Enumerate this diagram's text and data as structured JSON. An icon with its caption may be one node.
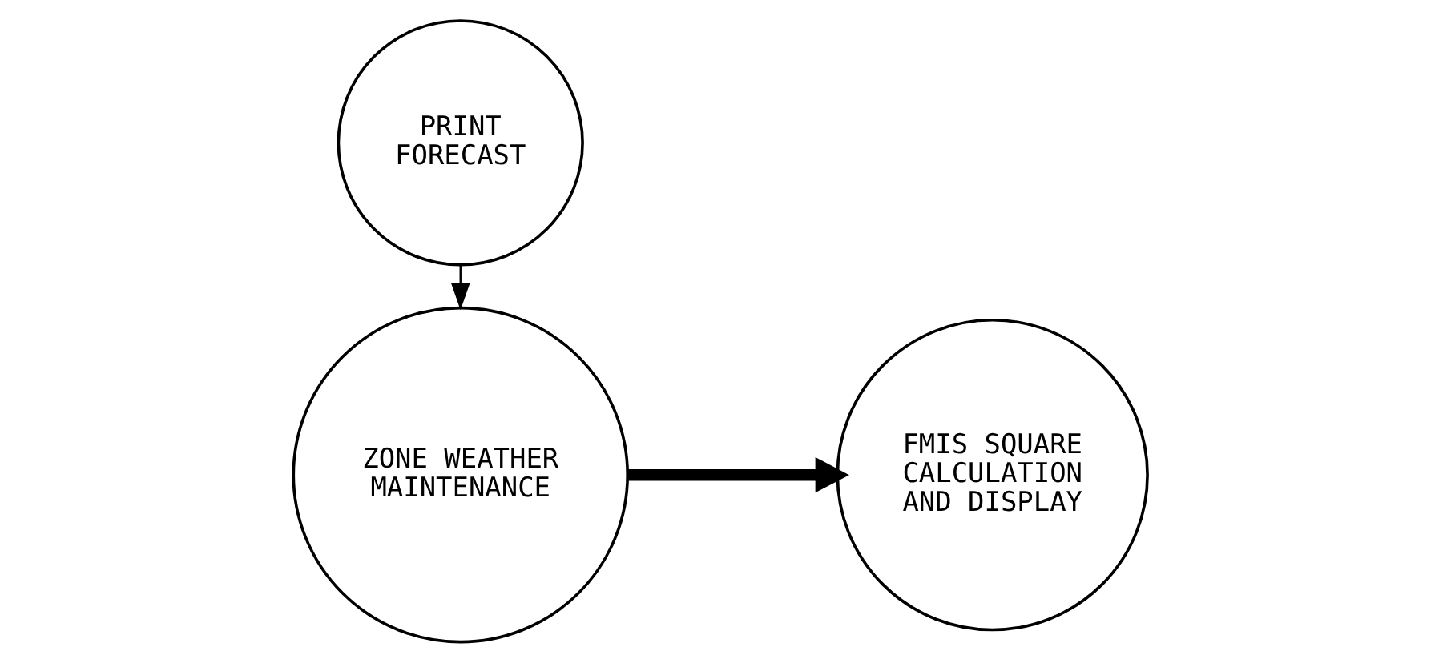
{
  "diagram": {
    "nodes": [
      {
        "text": [
          "PRINT FORECAST"
        ]
      },
      {
        "text": [
          "ZONE WEATHER MAINTENANCE"
        ]
      },
      {
        "text": [
          "FMIS SQUARE CALCULATION AND DISPLAY"
        ]
      }
    ],
    "edges": [
      {
        "from": 0,
        "to": 1,
        "arrow": "to"
      },
      {
        "from": 1,
        "to": 2,
        "arrow": "to",
        "style": "thick"
      }
    ]
  }
}
